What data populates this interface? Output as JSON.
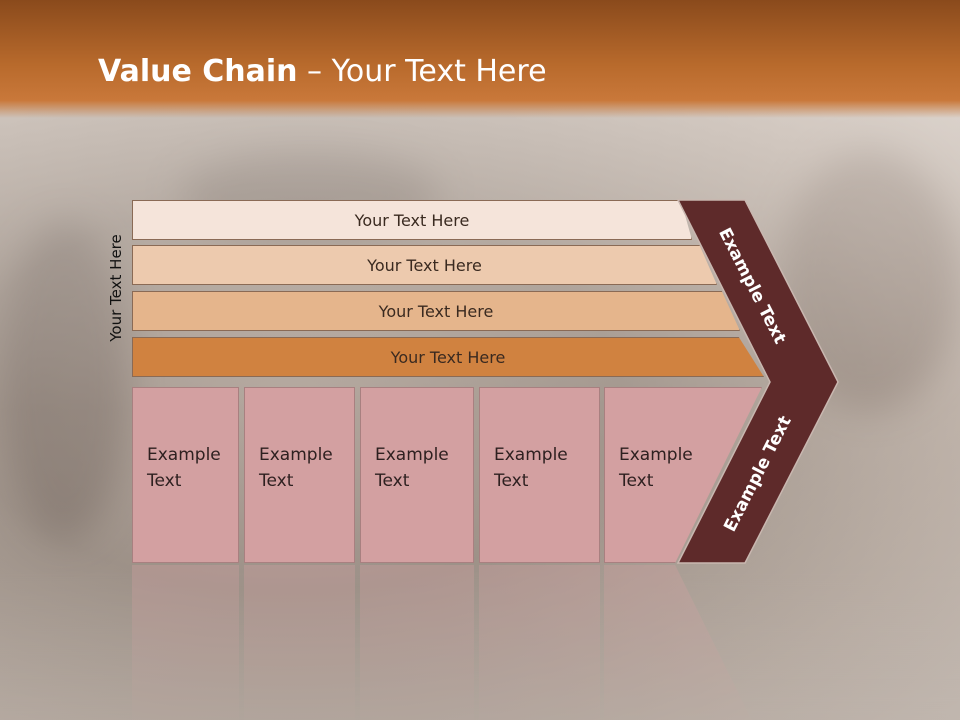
{
  "title": {
    "bold": "Value Chain",
    "rest": " – Your Text Here"
  },
  "side_label": "Your Text Here",
  "bars": [
    {
      "label": "Your Text Here",
      "color": "#f5e4da"
    },
    {
      "label": "Your Text Here",
      "color": "#edcaae"
    },
    {
      "label": "Your Text Here",
      "color": "#e5b58c"
    },
    {
      "label": "Your Text Here",
      "color": "#d08240"
    }
  ],
  "chevron_top_label": "Example Text",
  "chevron_bottom_label": "Example Text",
  "boxes": [
    {
      "line1": "Example",
      "line2": "Text"
    },
    {
      "line1": "Example",
      "line2": "Text"
    },
    {
      "line1": "Example",
      "line2": "Text"
    },
    {
      "line1": "Example",
      "line2": "Text"
    },
    {
      "line1": "Example",
      "line2": "Text"
    }
  ],
  "colors": {
    "chevron": "#5e2a2a",
    "box": "#d3a0a1",
    "header": "#b86a2c"
  }
}
